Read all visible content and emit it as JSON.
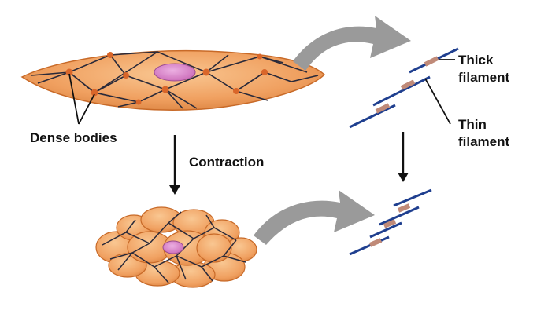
{
  "labels": {
    "dense_bodies": "Dense bodies",
    "contraction": "Contraction",
    "thick_filament_line1": "Thick",
    "thick_filament_line2": "filament",
    "thin_filament_line1": "Thin",
    "thin_filament_line2": "filament"
  },
  "colors": {
    "cell_fill": "#f0a060",
    "cell_highlight": "#f8c08a",
    "cell_outline": "#c86a28",
    "network_line": "#2a2a3a",
    "dense_body": "#d9662a",
    "nucleus": "#d27cc0",
    "nucleus_outline": "#9a4c8c",
    "curved_arrow": "#9a9a9a",
    "thin_filament": "#1f3f8f",
    "thick_filament": "#c08a78",
    "arrow_black": "#111111"
  },
  "icons": {
    "curved_arrow": "curved-arrow-icon",
    "down_arrow": "down-arrow-icon"
  }
}
